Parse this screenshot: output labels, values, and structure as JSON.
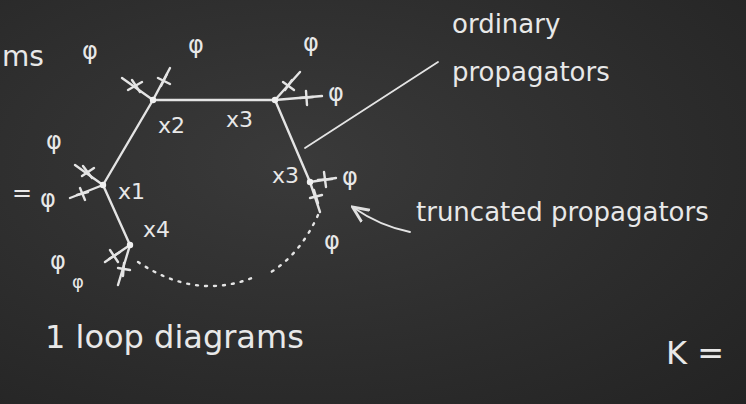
{
  "diagram": {
    "labels": [
      "ms",
      "φ",
      "φ",
      "φ",
      "φ",
      "x2",
      "x3",
      "φ",
      "=",
      "φ",
      "x1",
      "x3",
      "φ",
      "x4",
      "φ",
      "φ",
      "φ",
      "ordinary",
      "propagators",
      "truncated propagators",
      "1 loop diagrams",
      "K ="
    ]
  }
}
